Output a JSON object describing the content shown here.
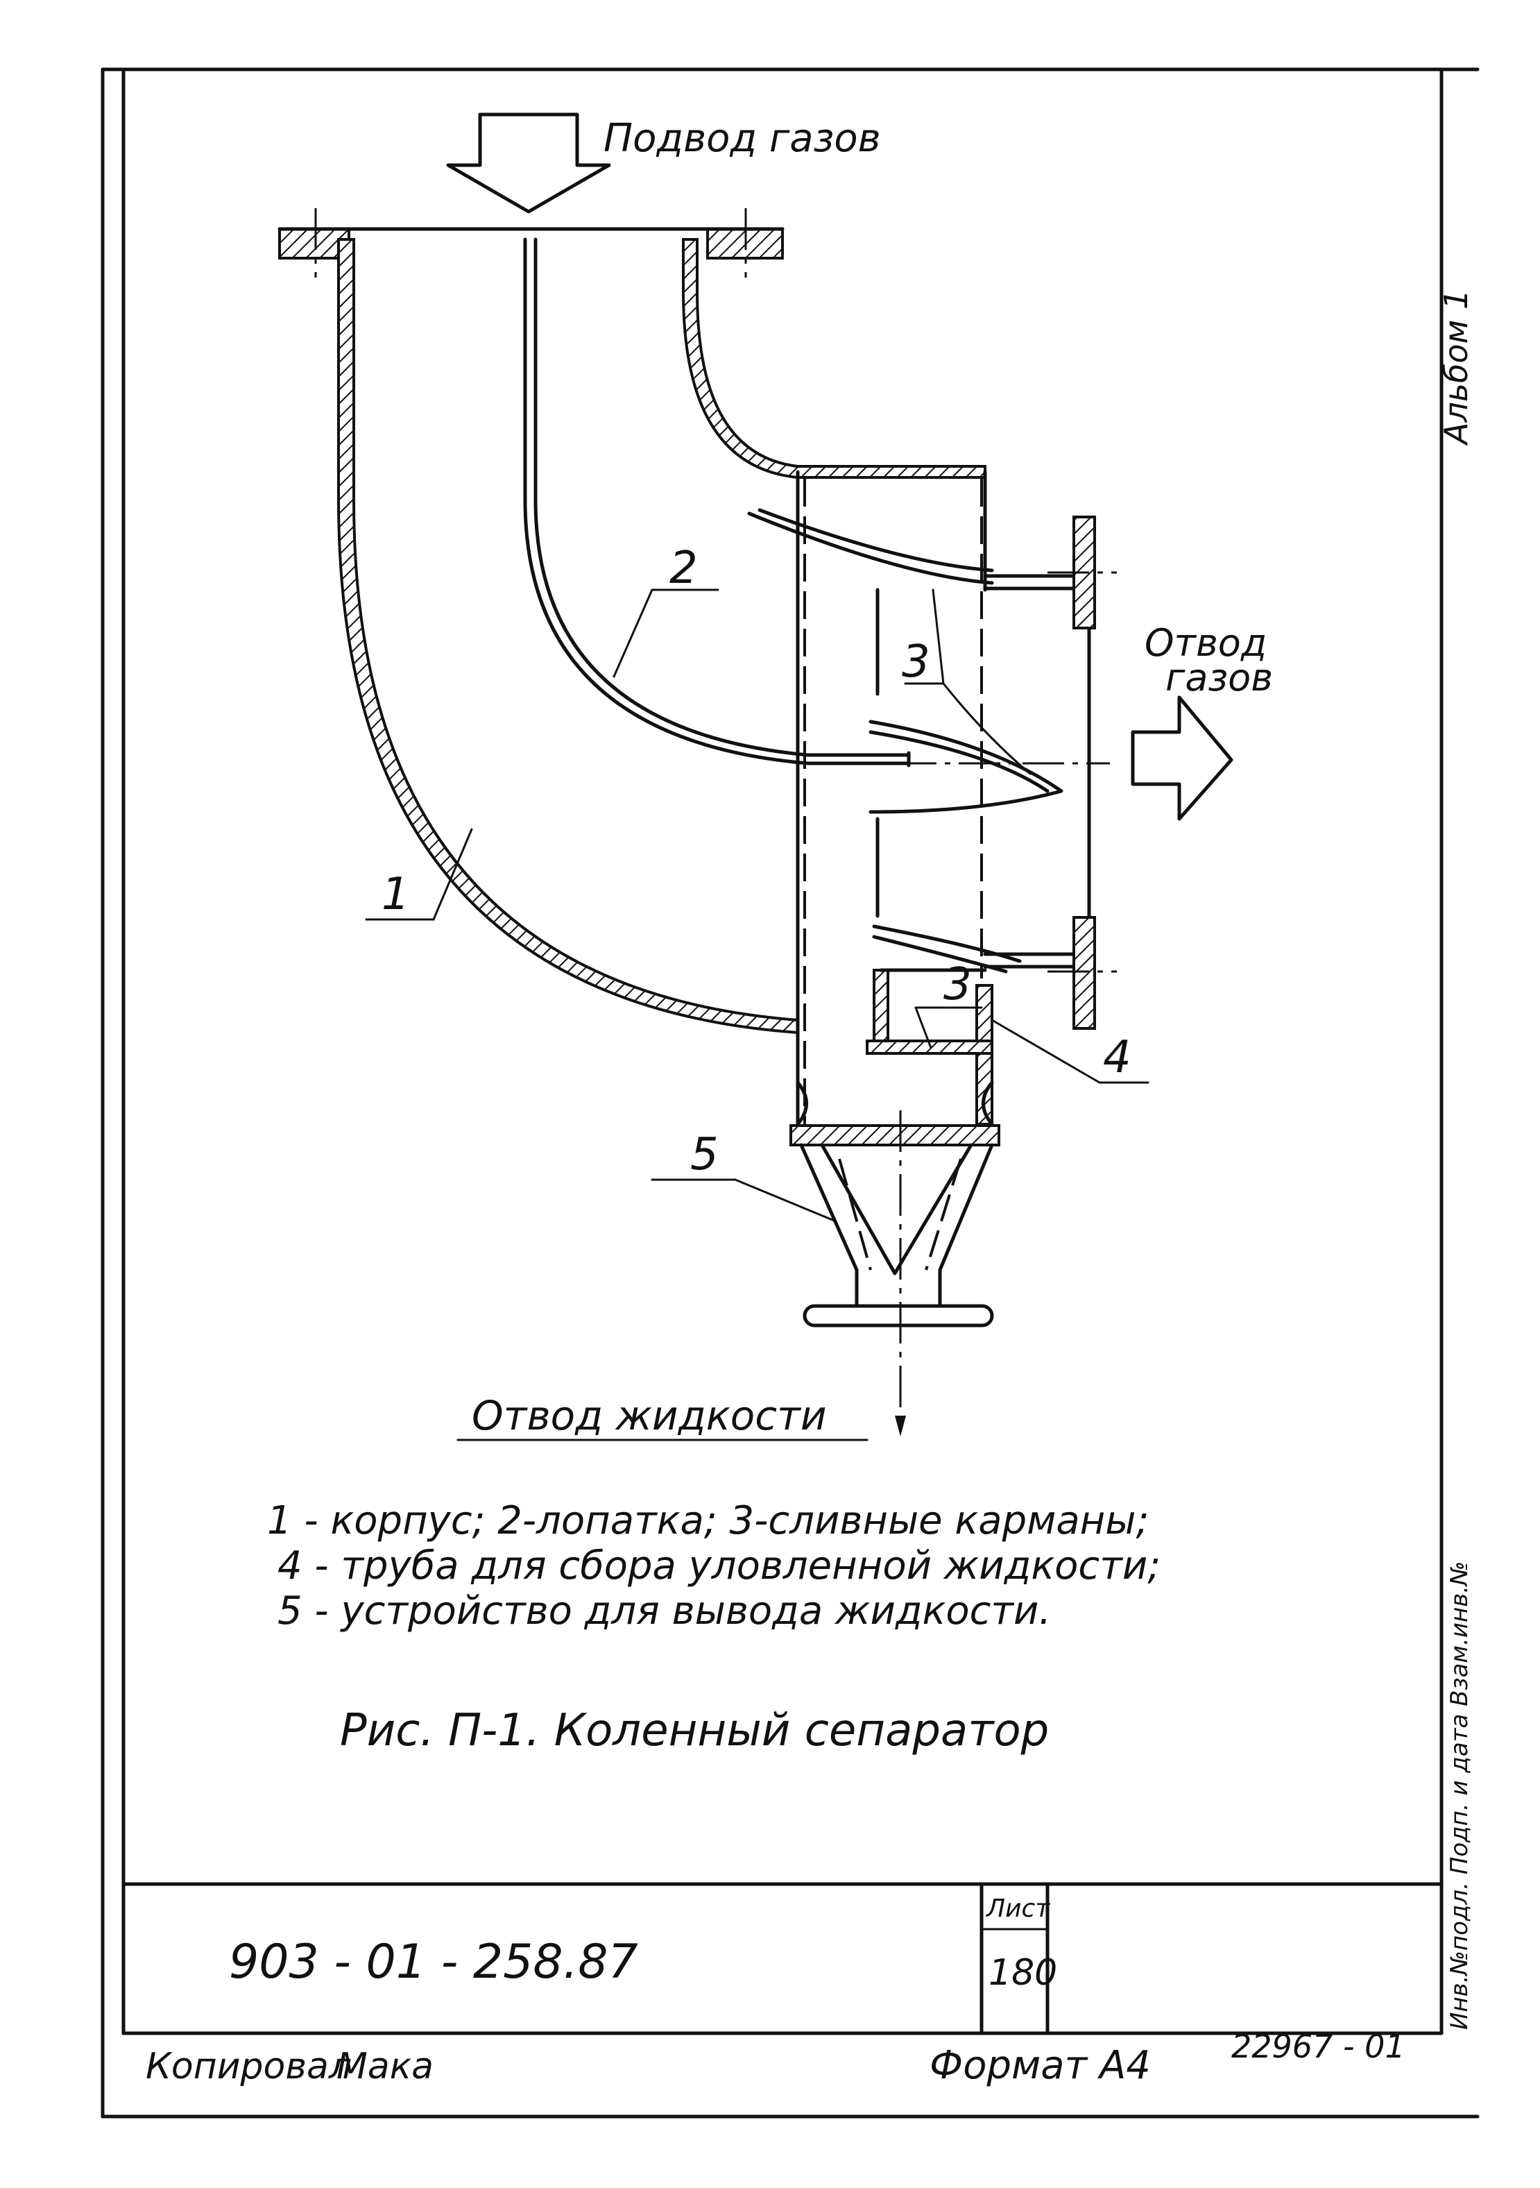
{
  "drawing": {
    "inlet_label": "Подвод газов",
    "outlet_label_line1": "Отвод",
    "outlet_label_line2": "газов",
    "liquid_outlet_label": "Отвод жидкости",
    "callouts": [
      "1",
      "2",
      "3",
      "3",
      "4",
      "5"
    ]
  },
  "legend": {
    "line1": "1 - корпус; 2-лопатка; 3-сливные карманы;",
    "line2": "4 - труба для сбора уловленной жидкости;",
    "line3": "5 - устройство для вывода жидкости."
  },
  "caption": "Рис. П-1.  Коленный сепаратор",
  "side_text": {
    "top": "Альбом 1",
    "bottom": "Инв.№подл. Подп. и дата Взам.инв.№"
  },
  "title_block": {
    "doc_number": "903 - 01 - 258.87",
    "sheet_label": "Лист",
    "sheet_number": "180"
  },
  "footer": {
    "copied_by": "Копировал",
    "signature": "Мака",
    "format": "Формат А4",
    "order_number": "22967 - 01"
  }
}
